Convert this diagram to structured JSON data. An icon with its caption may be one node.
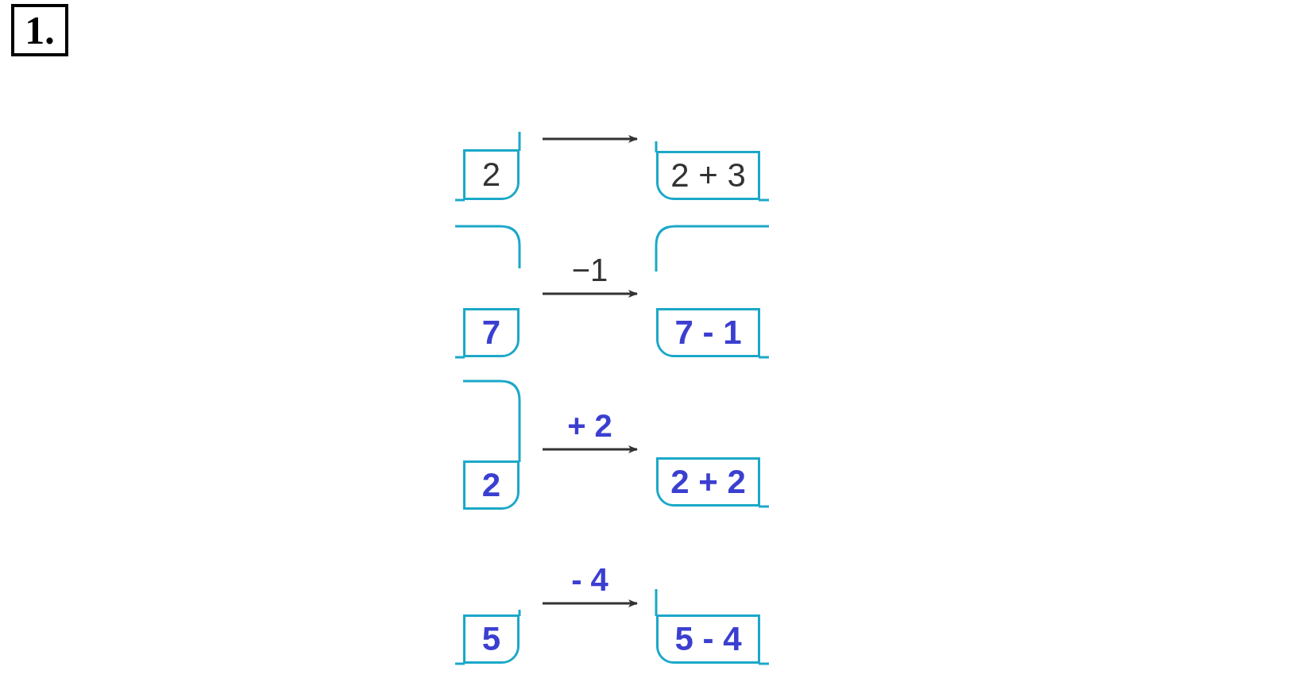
{
  "diagram": {
    "title": "1.",
    "nodes": [
      {
        "text": [
          "2"
        ]
      },
      {
        "text": [
          "2 + 3"
        ]
      },
      {
        "text": [
          "7"
        ]
      },
      {
        "text": [
          "7 - 1"
        ]
      },
      {
        "text": [
          "2"
        ]
      },
      {
        "text": [
          "2 + 2"
        ]
      },
      {
        "text": [
          "5"
        ]
      },
      {
        "text": [
          "5 - 4"
        ]
      }
    ],
    "edges": [
      {
        "from": 0,
        "to": 1,
        "arrow": "to"
      },
      {
        "from": 2,
        "to": 3,
        "label": "−1",
        "arrow": "to"
      },
      {
        "from": 4,
        "to": 5,
        "label": "+ 2",
        "arrow": "to"
      },
      {
        "from": 6,
        "to": 7,
        "label": "- 4",
        "arrow": "to"
      }
    ]
  }
}
